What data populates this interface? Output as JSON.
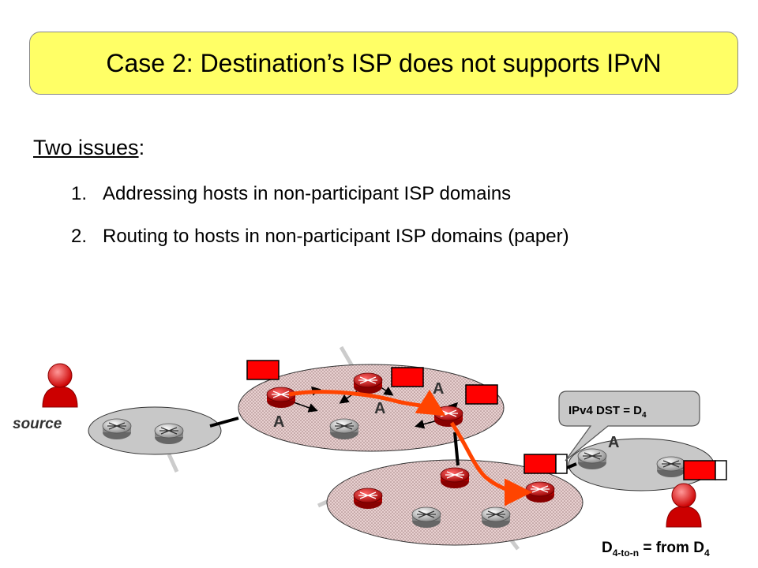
{
  "title": "Case 2: Destination’s ISP does not supports IPvN",
  "issues": {
    "heading": "Two issues",
    "heading_suffix": ":",
    "items": [
      {
        "num": "1.",
        "text": "Addressing hosts in non-participant ISP domains"
      },
      {
        "num": "2.",
        "text": "Routing to hosts in non-participant ISP domains (paper)"
      }
    ]
  },
  "diagram": {
    "source_label": "source",
    "anycast_label": "A",
    "callout_text": "IPv4 DST = D",
    "callout_sub": "4",
    "dest_main": "D",
    "dest_sub": "4-to-n",
    "dest_mid": " = from D",
    "dest_sub2": "4",
    "colors": {
      "yellow_title": "#ffff66",
      "router_red": "#cc0000",
      "router_grey": "#999999",
      "route_orange": "#ff4400",
      "packet_red": "#ff0000"
    }
  }
}
